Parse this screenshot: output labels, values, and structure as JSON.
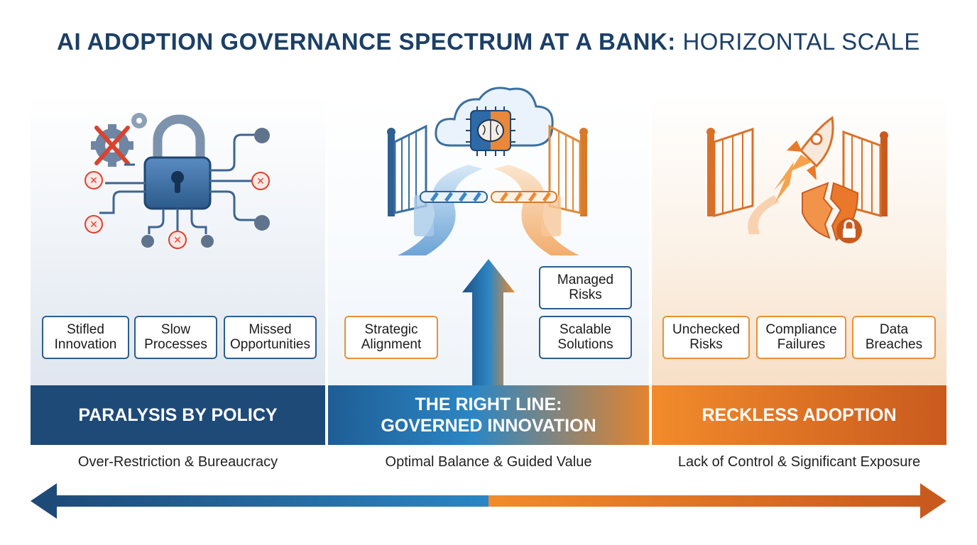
{
  "title": {
    "bold": "AI ADOPTION GOVERNANCE SPECTRUM AT A BANK:",
    "light": "HORIZONTAL SCALE"
  },
  "left": {
    "band": "PARALYSIS BY POLICY",
    "subtitle": "Over-Restriction & Bureaucracy",
    "tags": [
      {
        "line1": "Stifled",
        "line2": "Innovation"
      },
      {
        "line1": "Slow",
        "line2": "Processes"
      },
      {
        "line1": "Missed",
        "line2": "Opportunities"
      }
    ],
    "icons": [
      "gear-crossed-icon",
      "padlock-icon",
      "blocked-connection-icon"
    ]
  },
  "middle": {
    "band_line1": "THE RIGHT LINE:",
    "band_line2": "GOVERNED INNOVATION",
    "subtitle": "Optimal Balance & Guided Value",
    "tags": [
      {
        "line1": "Strategic",
        "line2": "Alignment"
      },
      {
        "line1": "Managed",
        "line2": "Risks"
      },
      {
        "line1": "Scalable",
        "line2": "Solutions"
      }
    ],
    "icons": [
      "cloud-ai-chip-icon",
      "gate-barrier-icon",
      "up-arrow-icon"
    ]
  },
  "right": {
    "band": "RECKLESS ADOPTION",
    "subtitle": "Lack of Control & Significant Exposure",
    "tags": [
      {
        "line1": "Unchecked",
        "line2": "Risks"
      },
      {
        "line1": "Compliance",
        "line2": "Failures"
      },
      {
        "line1": "Data",
        "line2": "Breaches"
      }
    ],
    "icons": [
      "open-gate-icon",
      "rocket-icon",
      "broken-shield-icon"
    ]
  },
  "colors": {
    "navy": "#1e4a78",
    "blue": "#2b86c4",
    "orange": "#f28b2b",
    "dark_orange": "#c95a1e"
  }
}
